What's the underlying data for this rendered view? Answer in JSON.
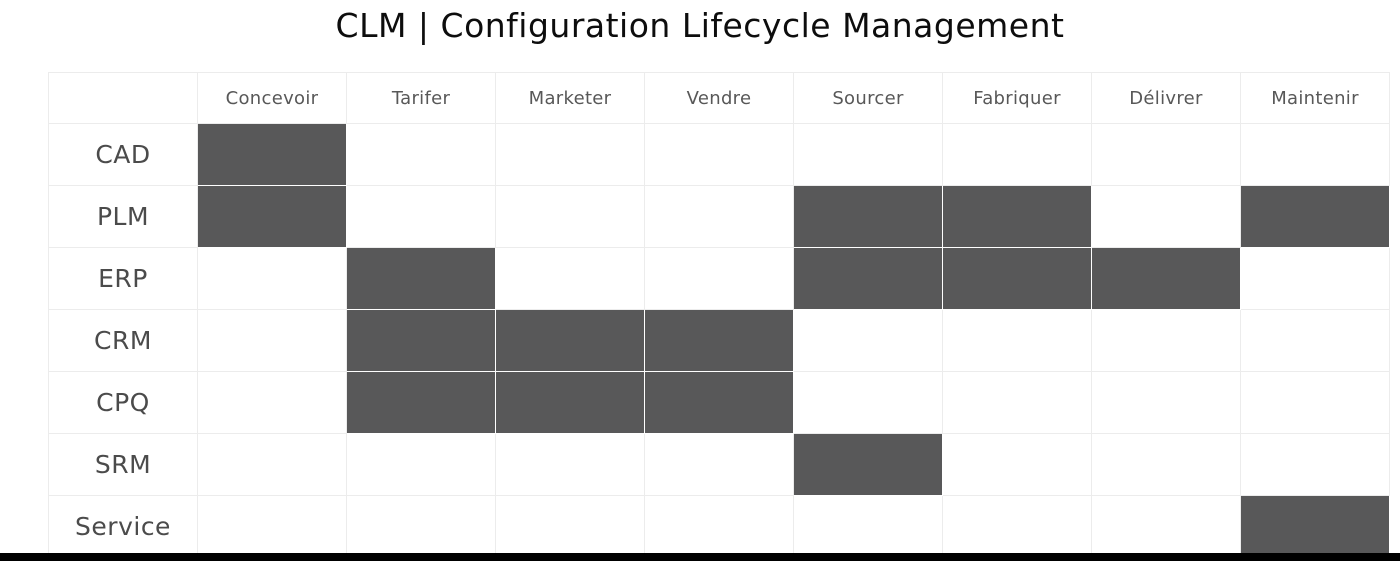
{
  "page": {
    "title": "CLM | Configuration Lifecycle Management",
    "background_color": "#ffffff",
    "title_color": "#0d0d0d",
    "grid_line_color": "#ececec",
    "filled_cell_color": "#585859",
    "header_text_color": "#585858",
    "row_label_color": "#4b4b4b"
  },
  "matrix": {
    "corner_label": "",
    "columns": [
      "Concevoir",
      "Tarifer",
      "Marketer",
      "Vendre",
      "Sourcer",
      "Fabriquer",
      "Délivrer",
      "Maintenir"
    ],
    "rows": [
      "CAD",
      "PLM",
      "ERP",
      "CRM",
      "CPQ",
      "SRM",
      "Service"
    ],
    "cells": [
      [
        1,
        0,
        0,
        0,
        0,
        0,
        0,
        0
      ],
      [
        1,
        0,
        0,
        0,
        1,
        1,
        0,
        1
      ],
      [
        0,
        1,
        0,
        0,
        1,
        1,
        1,
        0
      ],
      [
        0,
        1,
        1,
        1,
        0,
        0,
        0,
        0
      ],
      [
        0,
        1,
        1,
        1,
        0,
        0,
        0,
        0
      ],
      [
        0,
        0,
        0,
        0,
        1,
        0,
        0,
        0
      ],
      [
        0,
        0,
        0,
        0,
        0,
        0,
        0,
        1
      ]
    ]
  },
  "chart_data": {
    "type": "heatmap",
    "title": "CLM | Configuration Lifecycle Management",
    "xlabel": "",
    "ylabel": "",
    "x_categories": [
      "Concevoir",
      "Tarifer",
      "Marketer",
      "Vendre",
      "Sourcer",
      "Fabriquer",
      "Délivrer",
      "Maintenir"
    ],
    "y_categories": [
      "CAD",
      "PLM",
      "ERP",
      "CRM",
      "CPQ",
      "SRM",
      "Service"
    ],
    "values": [
      [
        1,
        0,
        0,
        0,
        0,
        0,
        0,
        0
      ],
      [
        1,
        0,
        0,
        0,
        1,
        1,
        0,
        1
      ],
      [
        0,
        1,
        0,
        0,
        1,
        1,
        1,
        0
      ],
      [
        0,
        1,
        1,
        1,
        0,
        0,
        0,
        0
      ],
      [
        0,
        1,
        1,
        1,
        0,
        0,
        0,
        0
      ],
      [
        0,
        0,
        0,
        0,
        1,
        0,
        0,
        0
      ],
      [
        0,
        0,
        0,
        0,
        0,
        0,
        0,
        1
      ]
    ],
    "value_labels": {
      "0": "not covered",
      "1": "covered"
    },
    "colors": {
      "0": "#ffffff",
      "1": "#585859"
    },
    "grid": true,
    "legend": "none"
  }
}
